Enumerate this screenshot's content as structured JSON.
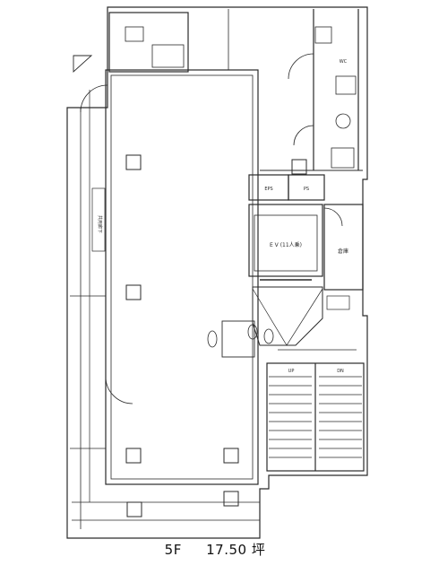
{
  "plan": {
    "elevator_label": "E V (11人乗)",
    "ps_label": "PS",
    "eps_label": "EPS",
    "storage_label": "倉庫",
    "corridor_label": "共用廊下",
    "small_notes": [
      "WC",
      "UP",
      "DN"
    ]
  },
  "caption": {
    "floor": "5F",
    "area": "17.50 坪"
  },
  "colors": {
    "line": "#2a2a2a",
    "light_line": "#6a6a6a"
  }
}
